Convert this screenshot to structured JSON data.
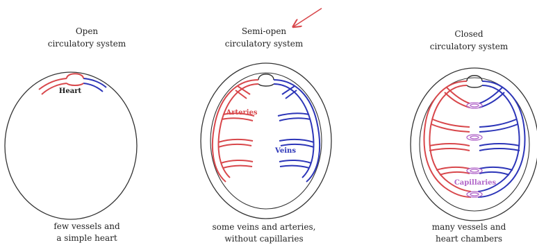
{
  "colors": {
    "artery": "#d8474b",
    "vein": "#2c35b8",
    "capillary": "#b064c8",
    "outline": "#333333"
  },
  "panels": [
    {
      "title": [
        "Open",
        "circulatory system"
      ],
      "caption": [
        "few vessels and",
        "a simple heart"
      ],
      "labels": {
        "heart": "Heart"
      }
    },
    {
      "title": [
        "Semi-open",
        "circulatory system"
      ],
      "caption": [
        "some veins and arteries,",
        "without capillaries"
      ],
      "labels": {
        "arteries": "Arteries",
        "veins": "Veins"
      }
    },
    {
      "title": [
        "Closed",
        "circulatory system"
      ],
      "caption": [
        "many vessels and",
        "heart chambers"
      ],
      "labels": {
        "capillaries": "Capillaries"
      }
    }
  ]
}
